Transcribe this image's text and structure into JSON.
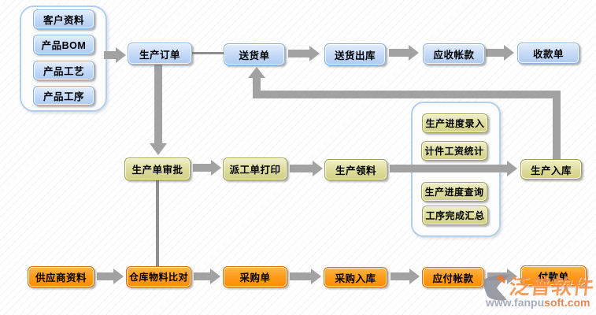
{
  "nodes": {
    "customer": "客户资料",
    "bom": "产品BOM",
    "craft": "产品工艺",
    "procedure": "产品工序",
    "order": "生产订单",
    "delivery": "送货单",
    "delivery_out": "送货出库",
    "receivable": "应收帐款",
    "receipt": "收款单",
    "approval": "生产单审批",
    "dispatch_print": "派工单打印",
    "material_pick": "生产领料",
    "progress_entry": "生产进度录入",
    "piece_wage": "计件工资统计",
    "progress_query": "生产进度查询",
    "process_summary": "工序完成汇总",
    "production_in": "生产入库",
    "supplier": "供应商资料",
    "warehouse_compare": "仓库物料比对",
    "purchase_order": "采购单",
    "purchase_in": "采购入库",
    "payable": "应付帐款",
    "payment": "付款单"
  },
  "edges": [
    "basics-group -> order",
    "order -> delivery",
    "delivery -> delivery_out",
    "delivery_out -> receivable",
    "receivable -> receipt",
    "order -> approval",
    "approval -> dispatch_print",
    "dispatch_print -> material_pick",
    "material_pick -> production_in",
    "production_in -> delivery",
    "approval -> warehouse_compare",
    "supplier -> warehouse_compare",
    "warehouse_compare -> purchase_order",
    "purchase_order -> purchase_in",
    "purchase_in -> payable",
    "payable -> payment"
  ],
  "colors": {
    "node_blue": "#b9d3f4",
    "node_olive": "#d8d78b",
    "node_orange": "#ff9418",
    "arrow": "#a2a2a2",
    "group_border": "#b3cfec"
  },
  "watermark": {
    "brand": "泛普软件",
    "url_prefix": "www.fanpu",
    "url_suffix": "soft.com"
  }
}
